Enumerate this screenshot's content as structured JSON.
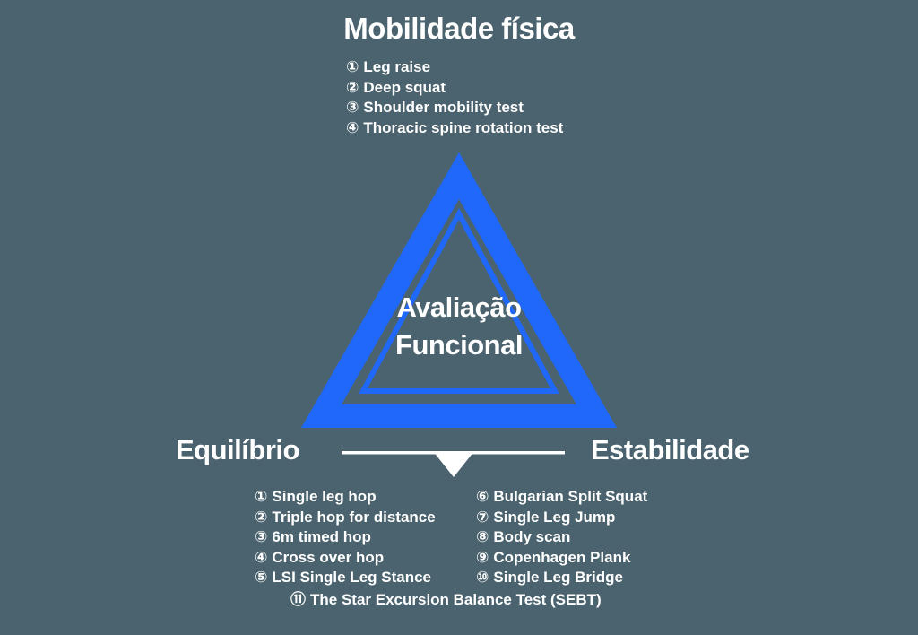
{
  "colors": {
    "background": "#4b636e",
    "accent_blue": "#1f68fa",
    "text": "#ffffff"
  },
  "title": {
    "text": "Mobilidade física"
  },
  "center": {
    "text": "Avaliação\nFuncional"
  },
  "vertex_labels": {
    "top": "Mobilidade física",
    "bottom_left": "Equilíbrio",
    "bottom_right": "Estabilidade"
  },
  "lists": {
    "mobility": {
      "items": [
        {
          "num": "①",
          "text": "Leg raise"
        },
        {
          "num": "②",
          "text": "Deep squat"
        },
        {
          "num": "③",
          "text": "Shoulder mobility test"
        },
        {
          "num": "④",
          "text": "Thoracic spine rotation test"
        }
      ]
    },
    "balance": {
      "items": [
        {
          "num": "①",
          "text": "Single leg hop"
        },
        {
          "num": "②",
          "text": "Triple hop for distance"
        },
        {
          "num": "③",
          "text": "6m timed hop"
        },
        {
          "num": "④",
          "text": "Cross over hop"
        },
        {
          "num": "⑤",
          "text": "LSI Single Leg Stance"
        }
      ]
    },
    "stability": {
      "items": [
        {
          "num": "⑥",
          "text": "Bulgarian Split Squat"
        },
        {
          "num": "⑦",
          "text": "Single Leg Jump"
        },
        {
          "num": "⑧",
          "text": "Body scan"
        },
        {
          "num": "⑨",
          "text": "Copenhagen Plank"
        },
        {
          "num": "⑩",
          "text": "Single Leg Bridge"
        }
      ]
    },
    "footer": {
      "num": "⑪",
      "text": "The Star Excursion Balance Test (SEBT)"
    }
  }
}
